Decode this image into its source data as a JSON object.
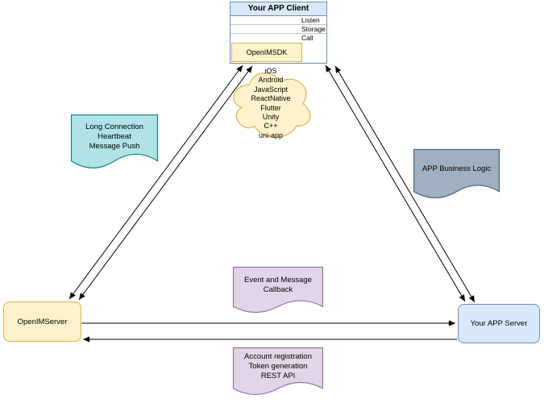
{
  "palette": {
    "blue_fill": "#dae8fc",
    "blue_stroke": "#6c8ebf",
    "yellow_fill": "#fff2cc",
    "yellow_stroke": "#d6b656",
    "teal_fill": "#b0e3e6",
    "teal_stroke": "#0e8088",
    "gray_fill": "#9fb0c0",
    "gray_stroke": "#56687a",
    "purple_fill": "#e1d5e7",
    "purple_stroke": "#9673a6",
    "line_color": "#000000"
  },
  "client": {
    "title": "Your APP Client",
    "ports": [
      "Listen",
      "Storage",
      "Call"
    ],
    "sdk_label": "OpenIMSDK"
  },
  "cloud": {
    "platforms": "iOS\nAndroid\nJavaScript\nReactNative\nFlutter\nUnity\nC++\nuni-app"
  },
  "notes": {
    "long_connection": "Long Connection\nHeartbeat\nMessage Push",
    "business_logic": "APP Business Logic",
    "event_callback": "Event and Message\nCallback",
    "rest_api": "Account registration\nToken generation\nREST API"
  },
  "servers": {
    "openim": "OpenIMServer",
    "app": "Your APP Server"
  }
}
